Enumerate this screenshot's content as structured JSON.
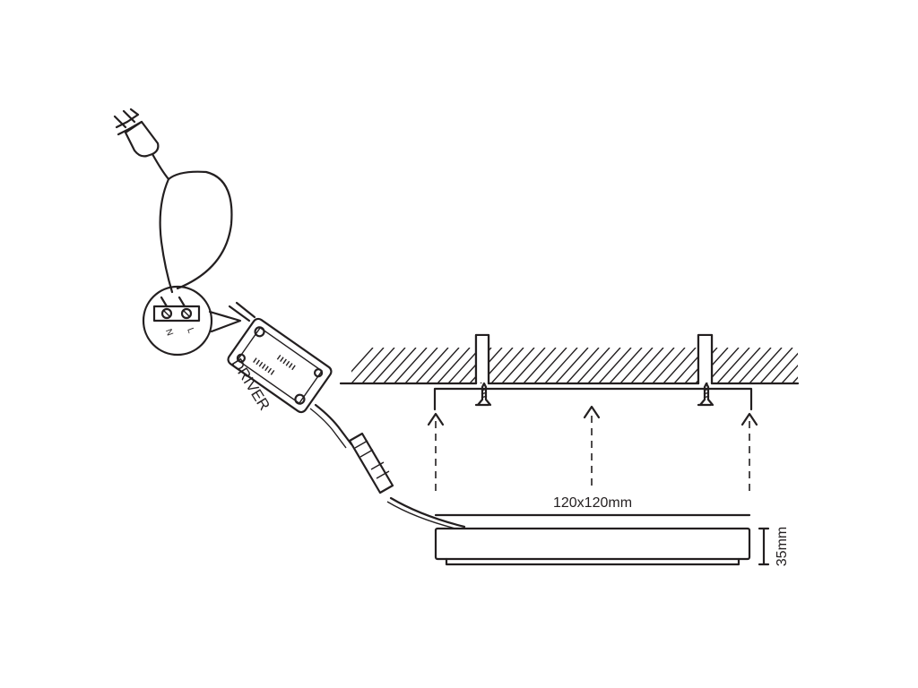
{
  "labels": {
    "driver": "DRIVER",
    "terminal_n": "N",
    "terminal_l": "L",
    "width_dimension": "120x120mm",
    "height_dimension": "35mm"
  }
}
